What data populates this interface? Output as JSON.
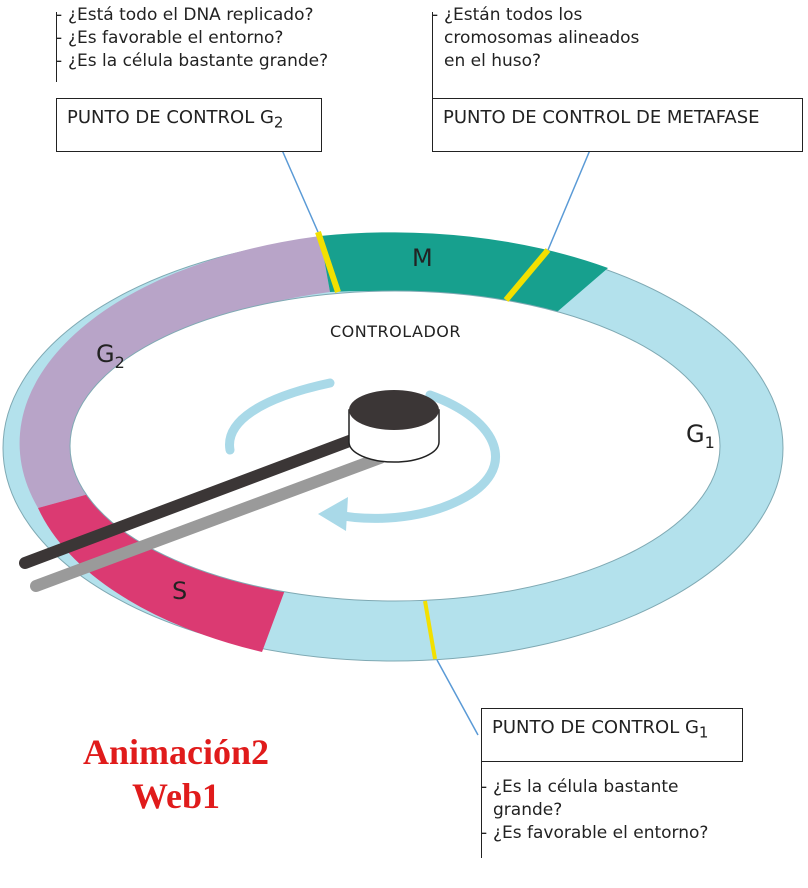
{
  "g2_checkpoint": {
    "questions": [
      "¿Está todo el DNA replicado?",
      "¿Es favorable el entorno?",
      "¿Es la célula bastante grande?"
    ],
    "label": "PUNTO DE CONTROL G",
    "sub": "2"
  },
  "metaphase_checkpoint": {
    "questions": [
      "¿Están todos los",
      "cromosomas alineados",
      "en el huso?"
    ],
    "label": "PUNTO DE CONTROL DE METAFASE"
  },
  "g1_checkpoint": {
    "label": "PUNTO DE CONTROL G",
    "sub": "1",
    "questions": [
      "¿Es la célula bastante",
      "grande?",
      "¿Es favorable el entorno?"
    ]
  },
  "cycle": {
    "controller_label": "CONTROLADOR",
    "phase_m": "M",
    "phase_s": "S",
    "phase_g1": "G",
    "phase_g1_sub": "1",
    "phase_g2": "G",
    "phase_g2_sub": "2"
  },
  "links": {
    "line1": "Animación2",
    "line2": "Web1"
  },
  "colors": {
    "g1": "#b3e1ec",
    "g2": "#b8a4c8",
    "s": "#db3a72",
    "m": "#17a08e",
    "checkpoint": "#f2e000",
    "arrow": "#a9d9e8",
    "link": "#e01b1b"
  }
}
